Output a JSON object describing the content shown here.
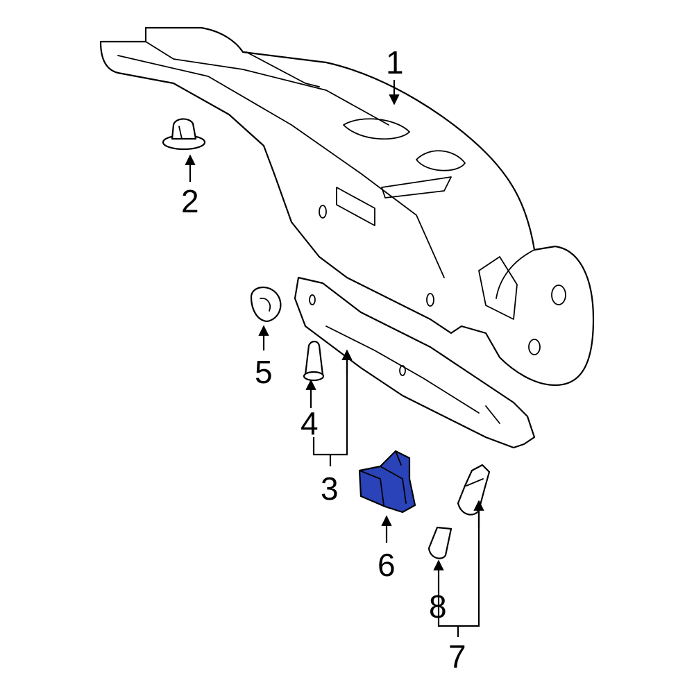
{
  "diagram": {
    "highlight_color": "#2a43b8",
    "line_color": "#000000",
    "callouts": [
      {
        "id": "1",
        "label": "1"
      },
      {
        "id": "2",
        "label": "2"
      },
      {
        "id": "3",
        "label": "3"
      },
      {
        "id": "4",
        "label": "4"
      },
      {
        "id": "5",
        "label": "5"
      },
      {
        "id": "6",
        "label": "6"
      },
      {
        "id": "7",
        "label": "7"
      },
      {
        "id": "8",
        "label": "8"
      }
    ]
  }
}
